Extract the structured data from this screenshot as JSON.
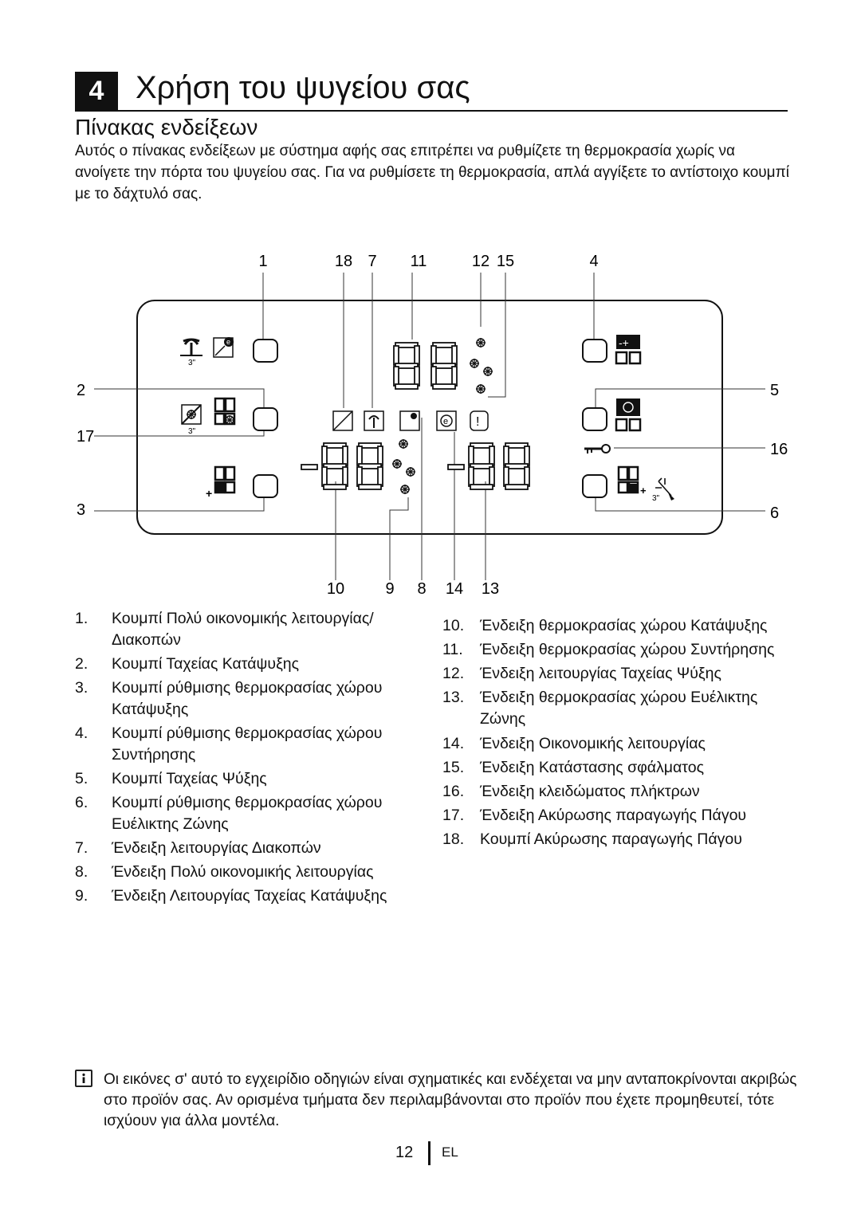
{
  "chapter": {
    "number": "4",
    "title": "Χρήση του ψυγείου σας"
  },
  "section": {
    "title": "Πίνακας ενδείξεων",
    "intro": "Αυτός ο πίνακας ενδείξεων με σύστημα αφής σας επιτρέπει να ρυθμίζετε τη θερμοκρασία χωρίς να ανοίγετε την πόρτα του ψυγείου σας. Για να ρυθμίσετε τη θερμοκρασία, απλά αγγίξετε το αντίστοιχο κουμπί με το δάχτυλό σας."
  },
  "diagram": {
    "callouts_top": [
      "1",
      "18",
      "7",
      "11",
      "12",
      "15",
      "4"
    ],
    "callouts_left": [
      "2",
      "17",
      "3"
    ],
    "callouts_right": [
      "5",
      "16",
      "6"
    ],
    "callouts_bottom": [
      "10",
      "9",
      "8",
      "14",
      "13"
    ],
    "icon_labels": {
      "three_hours": "3\""
    },
    "icons": [
      "palm-tree-icon",
      "eco-gauge-icon",
      "snowflake-icon",
      "key-icon",
      "exclamation-icon",
      "e-icon",
      "sparkle-icon"
    ]
  },
  "legend_left": [
    {
      "num": "1.",
      "text": "Κουμπί Πολύ οικονομικής λειτουργίας/ Διακοπών"
    },
    {
      "num": "2.",
      "text": "Κουμπί Ταχείας Κατάψυξης"
    },
    {
      "num": "3.",
      "text": "Κουμπί ρύθμισης θερμοκρασίας χώρου Κατάψυξης"
    },
    {
      "num": "4.",
      "text": "Κουμπί ρύθμισης θερμοκρασίας χώρου Συντήρησης"
    },
    {
      "num": "5.",
      "text": "Κουμπί Ταχείας Ψύξης"
    },
    {
      "num": "6.",
      "text": "Κουμπί ρύθμισης θερμοκρασίας χώρου Ευέλικτης Ζώνης"
    },
    {
      "num": "7.",
      "text": "Ένδειξη λειτουργίας Διακοπών"
    },
    {
      "num": "8.",
      "text": "Ένδειξη Πολύ οικονομικής λειτουργίας"
    },
    {
      "num": "9.",
      "text": "Ένδειξη Λειτουργίας Ταχείας Κατάψυξης"
    }
  ],
  "legend_right": [
    {
      "num": "10.",
      "text": "Ένδειξη θερμοκρασίας χώρου Κατάψυξης"
    },
    {
      "num": "11.",
      "text": "Ένδειξη θερμοκρασίας χώρου Συντήρησης"
    },
    {
      "num": "12.",
      "text": "Ένδειξη λειτουργίας Ταχείας Ψύξης"
    },
    {
      "num": "13.",
      "text": "Ένδειξη θερμοκρασίας χώρου Ευέλικτης Ζώνης"
    },
    {
      "num": "14.",
      "text": "Ένδειξη Οικονομικής λειτουργίας"
    },
    {
      "num": "15.",
      "text": "Ένδειξη Κατάστασης σφάλματος"
    },
    {
      "num": "16.",
      "text": "Ένδειξη κλειδώματος πλήκτρων"
    },
    {
      "num": "17.",
      "text": "Ένδειξη Ακύρωσης παραγωγής Πάγου"
    },
    {
      "num": "18.",
      "text": "Κουμπί Ακύρωσης παραγωγής Πάγου"
    }
  ],
  "note": {
    "icon": "info-icon",
    "text": "Οι εικόνες σ' αυτό το εγχειρίδιο οδηγιών είναι σχηματικές και ενδέχεται να μην ανταποκρίνονται ακριβώς στο προϊόν σας. Αν ορισμένα τμήματα δεν περιλαμβάνονται στο προϊόν που έχετε προμηθευτεί, τότε ισχύουν για άλλα μοντέλα."
  },
  "footer": {
    "page": "12",
    "lang": "EL"
  }
}
